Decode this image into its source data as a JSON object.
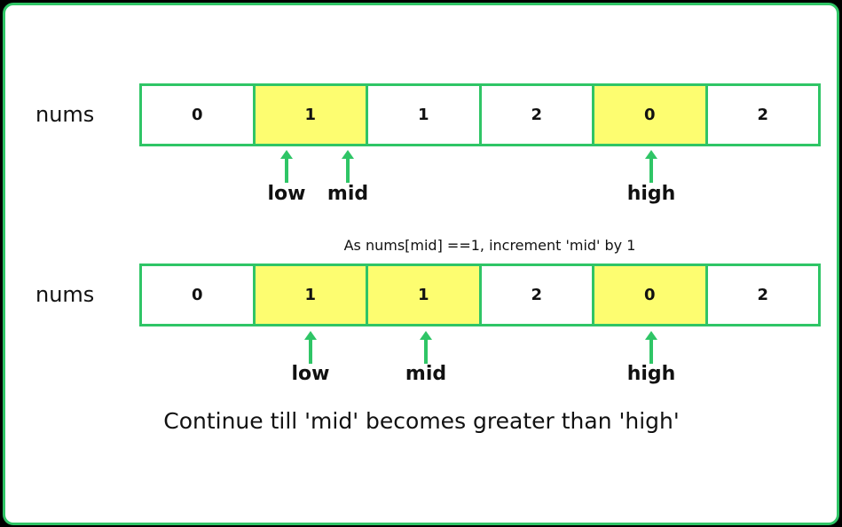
{
  "colors": {
    "border": "#2fc566",
    "highlight": "#fdfd70",
    "background": "#000000",
    "panel": "#ffffff"
  },
  "step1": {
    "array_label": "nums",
    "values": [
      "0",
      "1",
      "1",
      "2",
      "0",
      "2"
    ],
    "highlighted": [
      1,
      4
    ],
    "pointers": {
      "low": "low",
      "mid": "mid",
      "high": "high"
    }
  },
  "note": "As nums[mid] ==1, increment 'mid' by 1",
  "step2": {
    "array_label": "nums",
    "values": [
      "0",
      "1",
      "1",
      "2",
      "0",
      "2"
    ],
    "highlighted": [
      1,
      2,
      4
    ],
    "pointers": {
      "low": "low",
      "mid": "mid",
      "high": "high"
    }
  },
  "conclusion": "Continue till 'mid' becomes greater than 'high'"
}
